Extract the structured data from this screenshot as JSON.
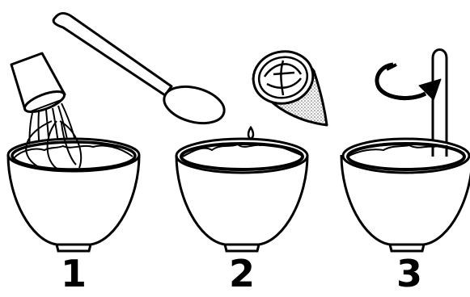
{
  "steps": [
    {
      "number": "1",
      "icons": [
        "sugar-cup-icon",
        "mixing-bowl-icon"
      ]
    },
    {
      "number": "2",
      "icons": [
        "spoon-icon",
        "lemon-half-icon",
        "mixing-bowl-icon"
      ]
    },
    {
      "number": "3",
      "icons": [
        "stir-arrow-icon",
        "mixing-bowl-icon"
      ]
    }
  ],
  "colors": {
    "ink": "#000000",
    "paper": "#ffffff",
    "stipple": "#8a8a8a"
  }
}
